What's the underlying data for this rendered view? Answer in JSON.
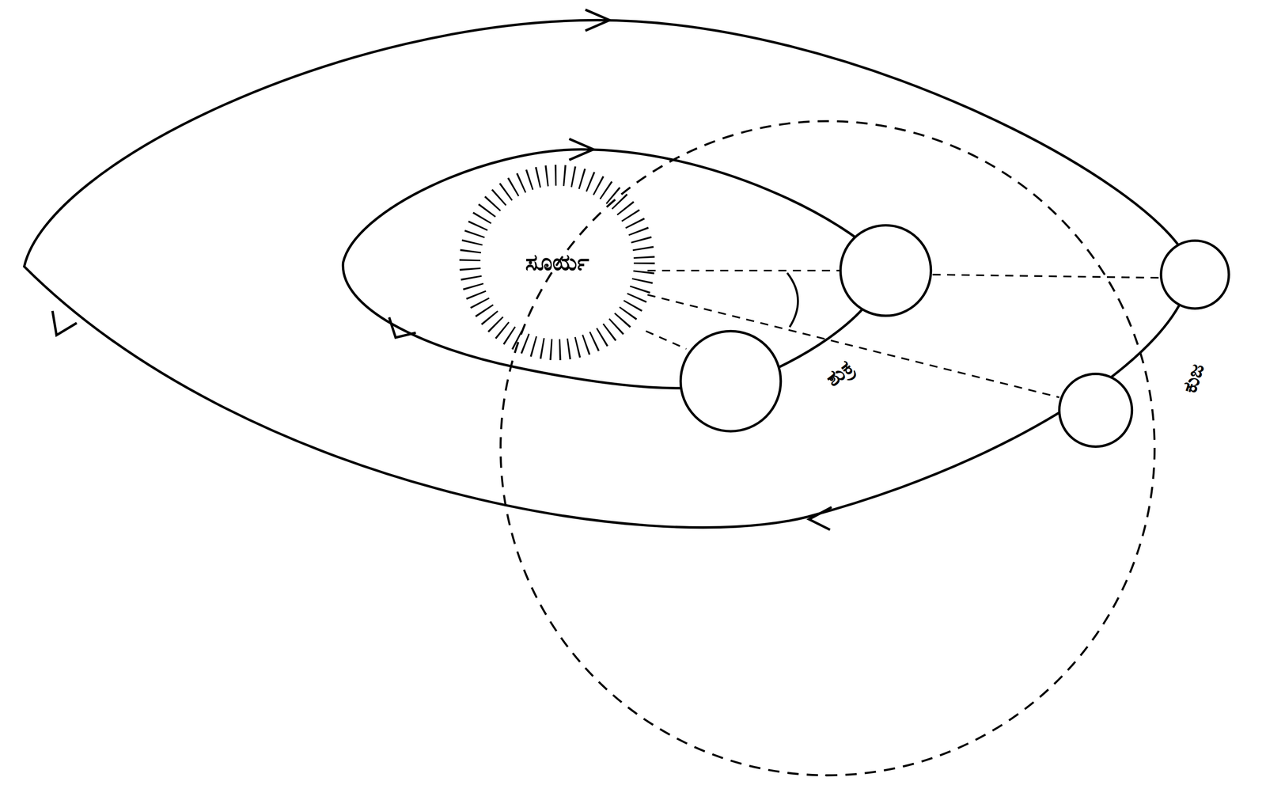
{
  "diagram": {
    "nodes": [
      {
        "text": [
          "ಸೂರ್ಯ"
        ]
      }
    ],
    "labels": [
      "ಶುಕ್ರ",
      "ಕುಜ"
    ]
  }
}
